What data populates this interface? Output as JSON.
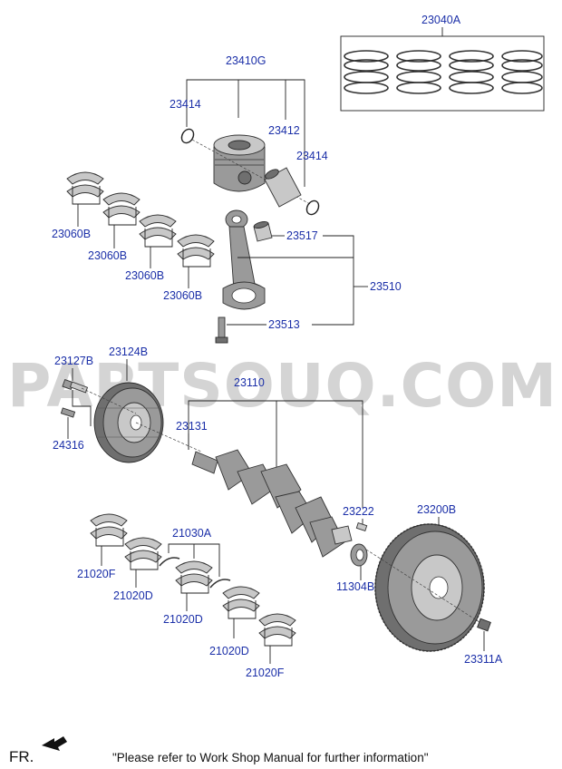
{
  "watermark": "PARTSOUQ.COM",
  "footer_note": "\"Please refer to Work Shop Manual for further information\"",
  "front_label": "FR.",
  "colors": {
    "part_number": "#1b2fa8",
    "leader": "#222222",
    "part": "#9a9a9a",
    "watermark": "#d4d4d4"
  },
  "labels": {
    "p23040A": "23040A",
    "p23410G": "23410G",
    "p23414a": "23414",
    "p23412": "23412",
    "p23414b": "23414",
    "p23060B_1": "23060B",
    "p23060B_2": "23060B",
    "p23060B_3": "23060B",
    "p23060B_4": "23060B",
    "p23517": "23517",
    "p23510": "23510",
    "p23513": "23513",
    "p23127B": "23127B",
    "p23124B": "23124B",
    "p24316": "24316",
    "p23110": "23110",
    "p23131": "23131",
    "p23222": "23222",
    "p23200B": "23200B",
    "p21030A": "21030A",
    "p21020F_1": "21020F",
    "p21020D_1": "21020D",
    "p21020D_2": "21020D",
    "p21020D_3": "21020D",
    "p21020F_2": "21020F",
    "p11304B": "11304B",
    "p23311A": "23311A"
  },
  "icons": [
    "piston-icon",
    "piston-ring-set-icon",
    "connecting-rod-icon",
    "crankshaft-icon",
    "flywheel-icon",
    "damper-pulley-icon",
    "bearing-shell-icon",
    "arrow-front-icon"
  ]
}
